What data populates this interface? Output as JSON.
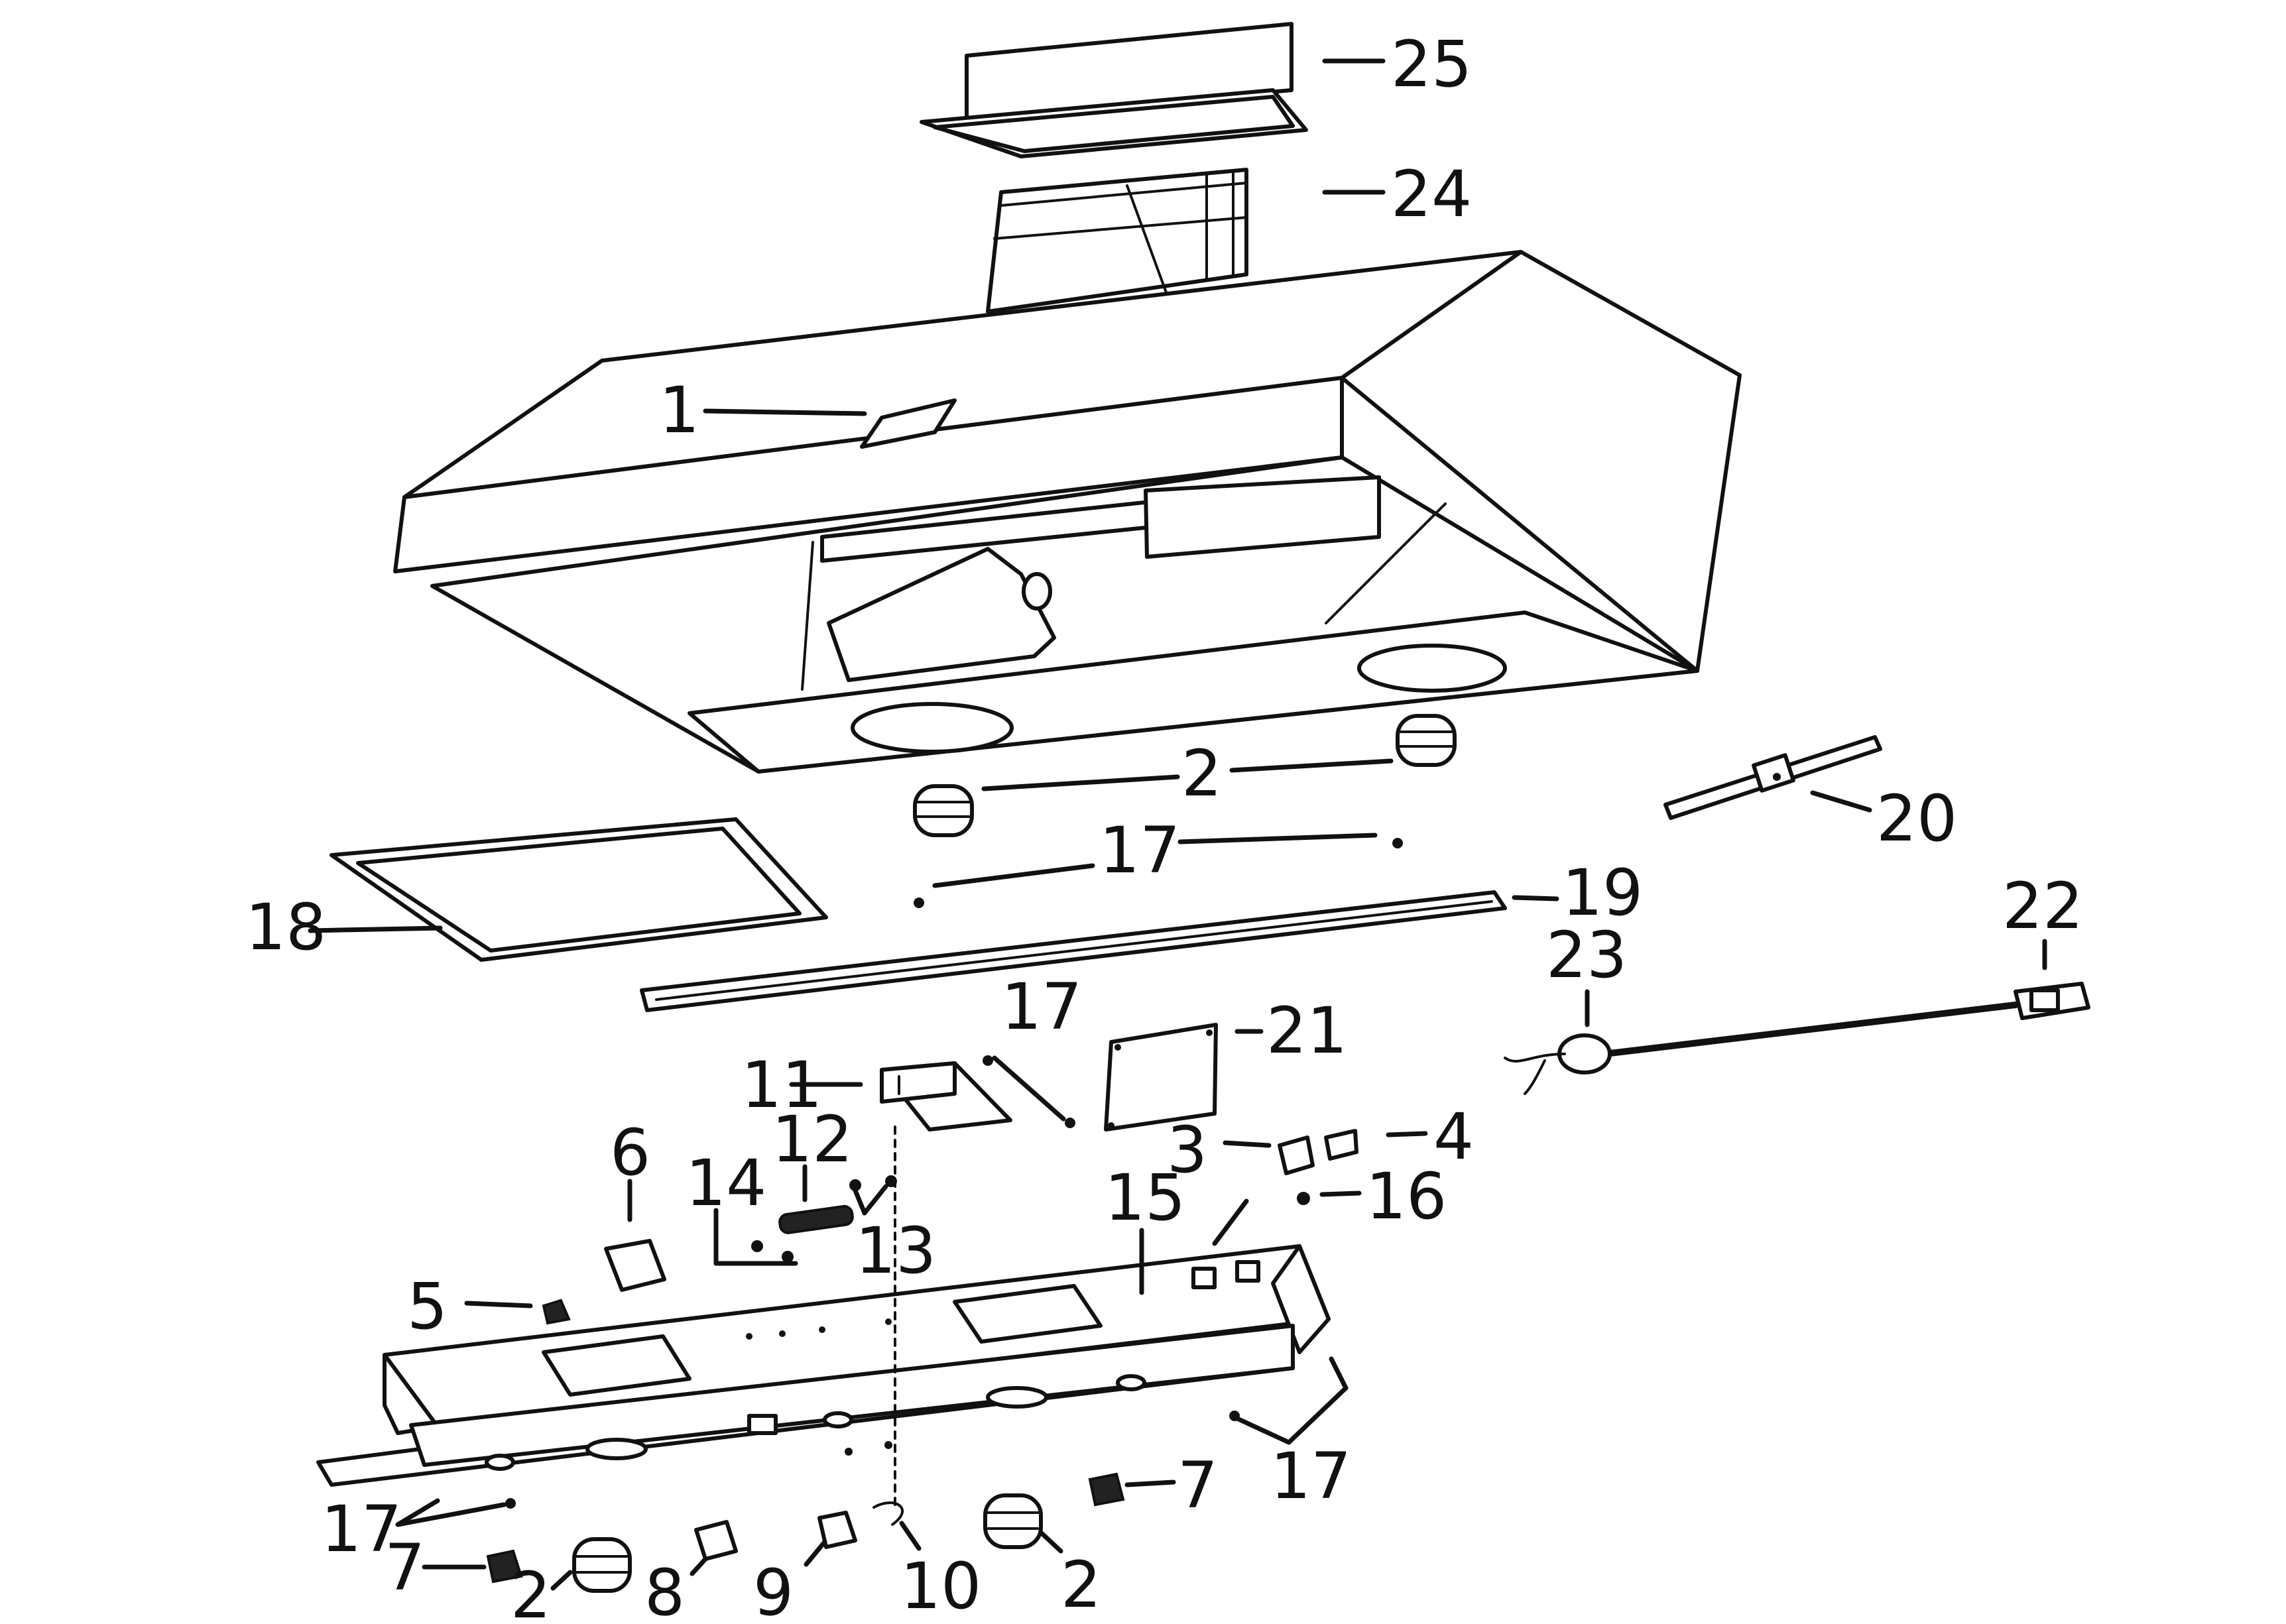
{
  "diagram": {
    "labels": {
      "p1": "1",
      "p2a": "2",
      "p2b": "2",
      "p2c": "2",
      "p3": "3",
      "p4": "4",
      "p5": "5",
      "p6": "6",
      "p7a": "7",
      "p7b": "7",
      "p8": "8",
      "p9": "9",
      "p10": "10",
      "p11": "11",
      "p12": "12",
      "p13": "13",
      "p14": "14",
      "p15": "15",
      "p16": "16",
      "p17a": "17",
      "p17b": "17",
      "p17c": "17",
      "p17d": "17",
      "p18": "18",
      "p19": "19",
      "p20": "20",
      "p21": "21",
      "p22": "22",
      "p23": "23",
      "p24": "24",
      "p25": "25"
    }
  }
}
